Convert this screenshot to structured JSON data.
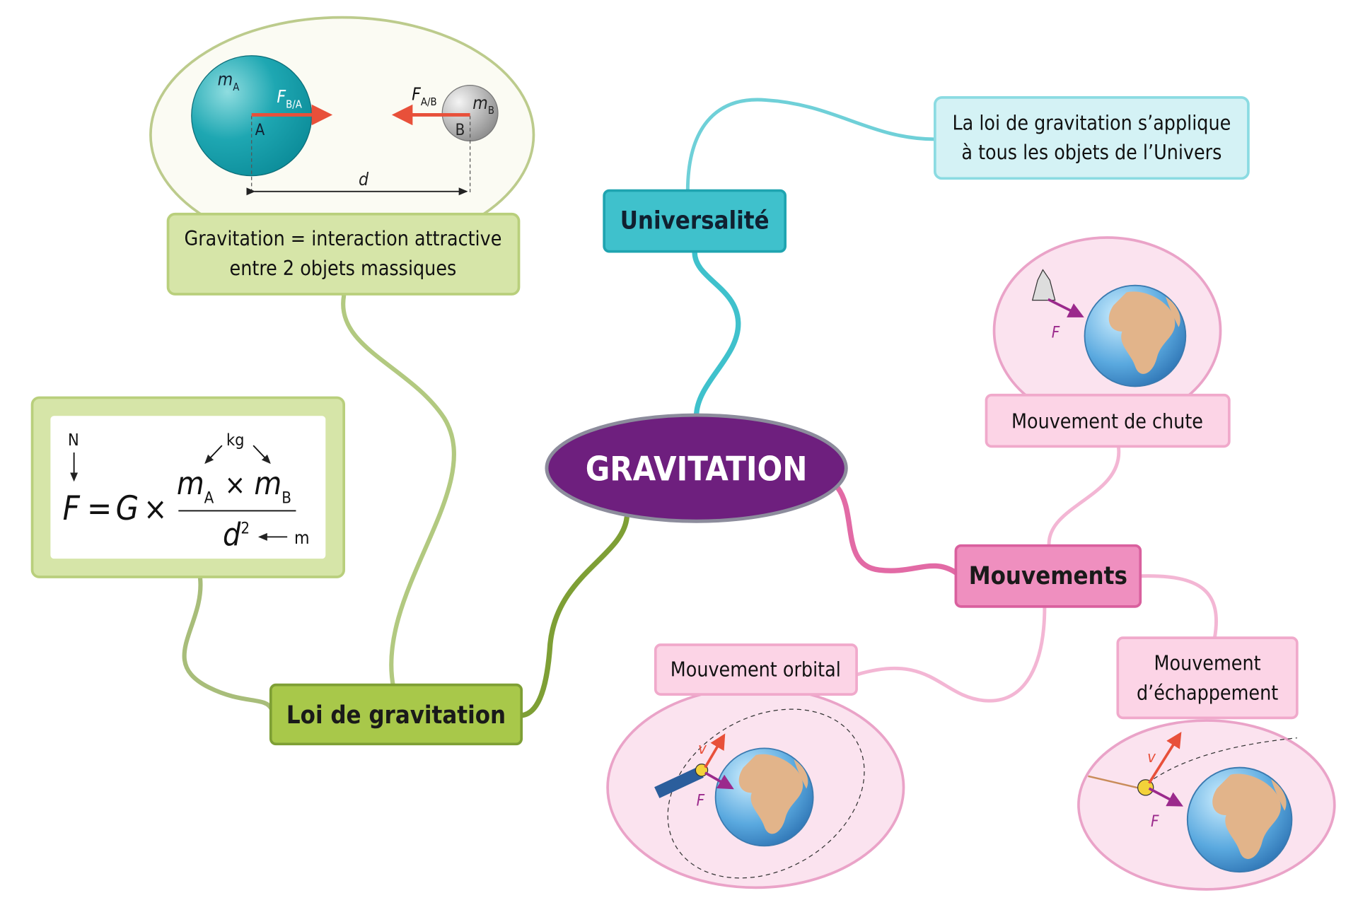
{
  "center": {
    "label": "GRAVITATION",
    "color": "#6e1f7e"
  },
  "branches": {
    "universalite": {
      "label": "Universalité",
      "color": "#3fc1cc",
      "note": [
        "La loi de gravitation s’applique",
        "à tous les objets de l’Univers"
      ]
    },
    "loi": {
      "label": "Loi de gravitation",
      "color": "#a8c84a",
      "definition": [
        "Gravitation = interaction attractive",
        "entre 2 objets massiques"
      ]
    },
    "mouvements": {
      "label": "Mouvements",
      "color": "#ef8fbf",
      "children": {
        "chute": "Mouvement de chute",
        "orbital": "Mouvement orbital",
        "echappement": [
          "Mouvement",
          "d’échappement"
        ]
      }
    }
  },
  "diagram_ab": {
    "mA": "m",
    "mA_sub": "A",
    "mB": "m",
    "mB_sub": "B",
    "A": "A",
    "B": "B",
    "F_BA": "F",
    "F_BA_sub": "B/A",
    "F_AB": "F",
    "F_AB_sub": "A/B",
    "d": "d"
  },
  "formula": {
    "F": "F",
    "eq": "=",
    "G": "G",
    "times": "×",
    "m": "m",
    "subA": "A",
    "subB": "B",
    "d": "d",
    "exp": "2",
    "unit_N": "N",
    "unit_kg": "kg",
    "unit_m": "m"
  },
  "vectors": {
    "v": "v",
    "F": "F"
  }
}
